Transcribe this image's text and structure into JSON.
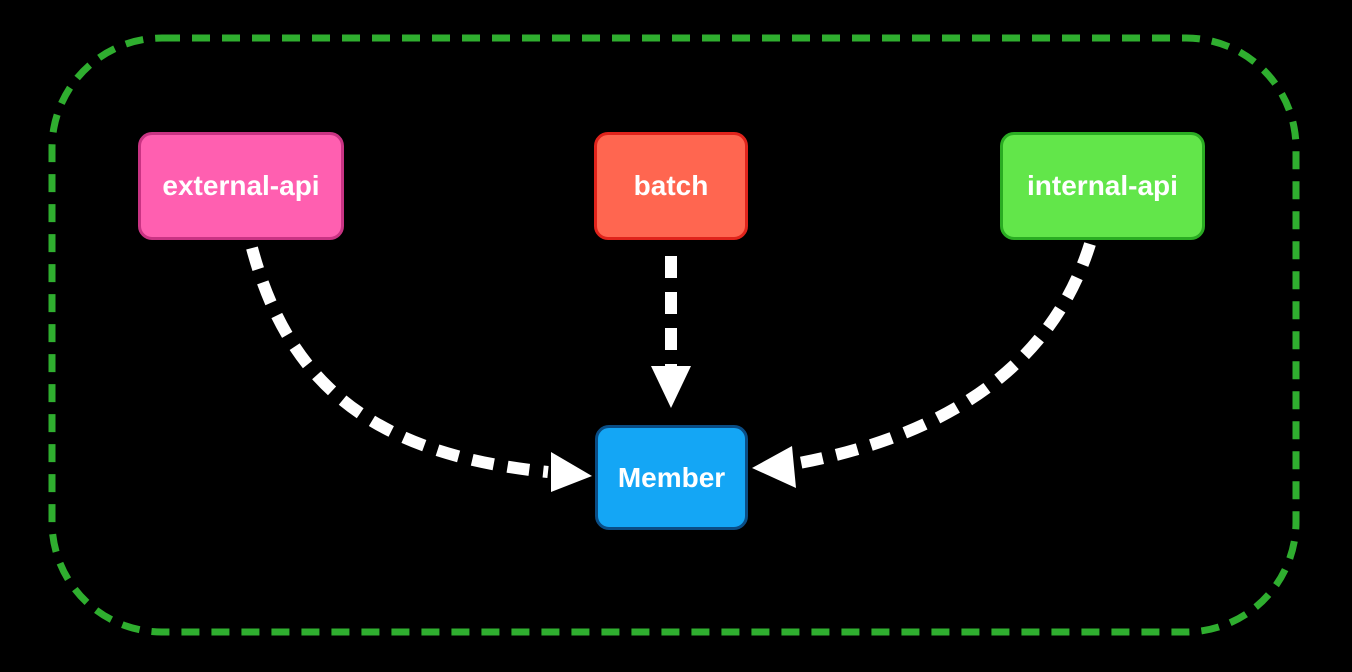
{
  "diagram": {
    "boundary": {
      "color": "#2fae2f",
      "style": "dashed"
    },
    "nodes": [
      {
        "id": "external",
        "label": "external-api",
        "fill": "#ff5fb0",
        "border": "#c93383"
      },
      {
        "id": "batch",
        "label": "batch",
        "fill": "#ff6650",
        "border": "#e0231b"
      },
      {
        "id": "internal",
        "label": "internal-api",
        "fill": "#62e64a",
        "border": "#2aac22"
      },
      {
        "id": "member",
        "label": "Member",
        "fill": "#14a6f5",
        "border": "#0a4d85"
      }
    ],
    "edges": [
      {
        "from": "external-api",
        "to": "Member",
        "style": "dashed",
        "color": "#ffffff"
      },
      {
        "from": "batch",
        "to": "Member",
        "style": "dashed",
        "color": "#ffffff"
      },
      {
        "from": "internal-api",
        "to": "Member",
        "style": "dashed",
        "color": "#ffffff"
      }
    ]
  }
}
